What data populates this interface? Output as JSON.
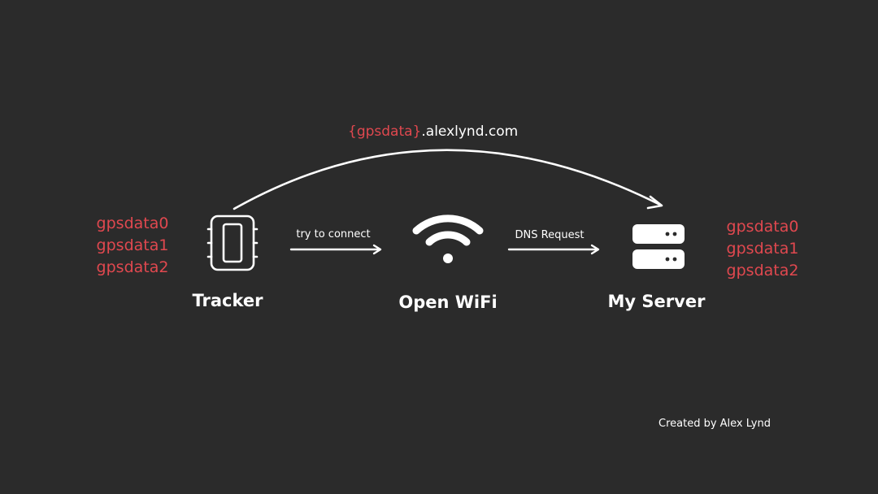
{
  "colors": {
    "background": "#2b2b2b",
    "foreground": "#ffffff",
    "accent_red": "#e0484f"
  },
  "domain": {
    "prefix": "{gpsdata}",
    "suffix": ".alexlynd.com"
  },
  "tracker": {
    "label": "Tracker",
    "icon": "tracker-device-icon",
    "data": [
      "gpsdata0",
      "gpsdata1",
      "gpsdata2"
    ]
  },
  "wifi": {
    "label": "Open WiFi",
    "icon": "wifi-icon"
  },
  "server": {
    "label": "My Server",
    "icon": "server-icon",
    "data": [
      "gpsdata0",
      "gpsdata1",
      "gpsdata2"
    ]
  },
  "edges": {
    "tracker_to_wifi": "try to connect",
    "wifi_to_server": "DNS Request"
  },
  "credit": "Created by Alex Lynd"
}
